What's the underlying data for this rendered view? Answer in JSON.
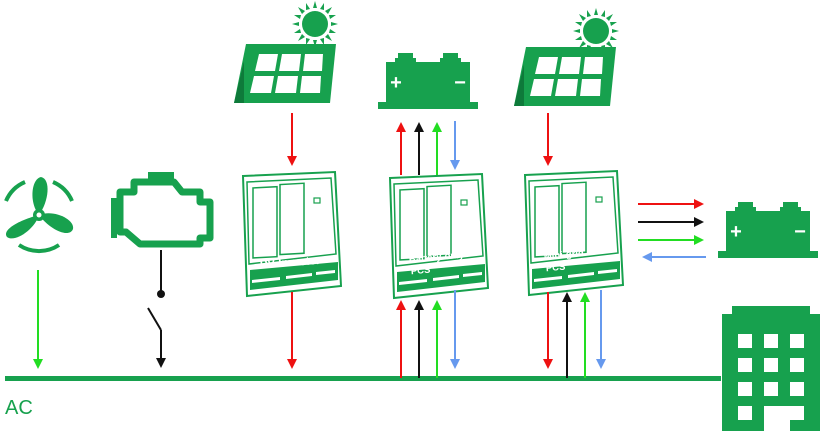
{
  "bus": {
    "label": "AC"
  },
  "units": {
    "pv_inverter": {
      "label": "PV Inverter"
    },
    "battery_pcs": {
      "line1": "Battery-only",
      "line2": "PCS"
    },
    "minigrid_pcs": {
      "line1": "Mini-grid",
      "line2": "PCS"
    }
  },
  "battery": {
    "plus": "+",
    "minus": "−"
  },
  "colors": {
    "green": "#17a14e",
    "red": "#ee1111",
    "black": "#111111",
    "lime": "#22dd22",
    "blue": "#6699ee",
    "sun": "#17a14e"
  },
  "icons": [
    "sun-icon",
    "solar-panel-icon",
    "battery-icon",
    "wind-turbine-icon",
    "engine-icon",
    "building-icon",
    "switch-icon"
  ]
}
